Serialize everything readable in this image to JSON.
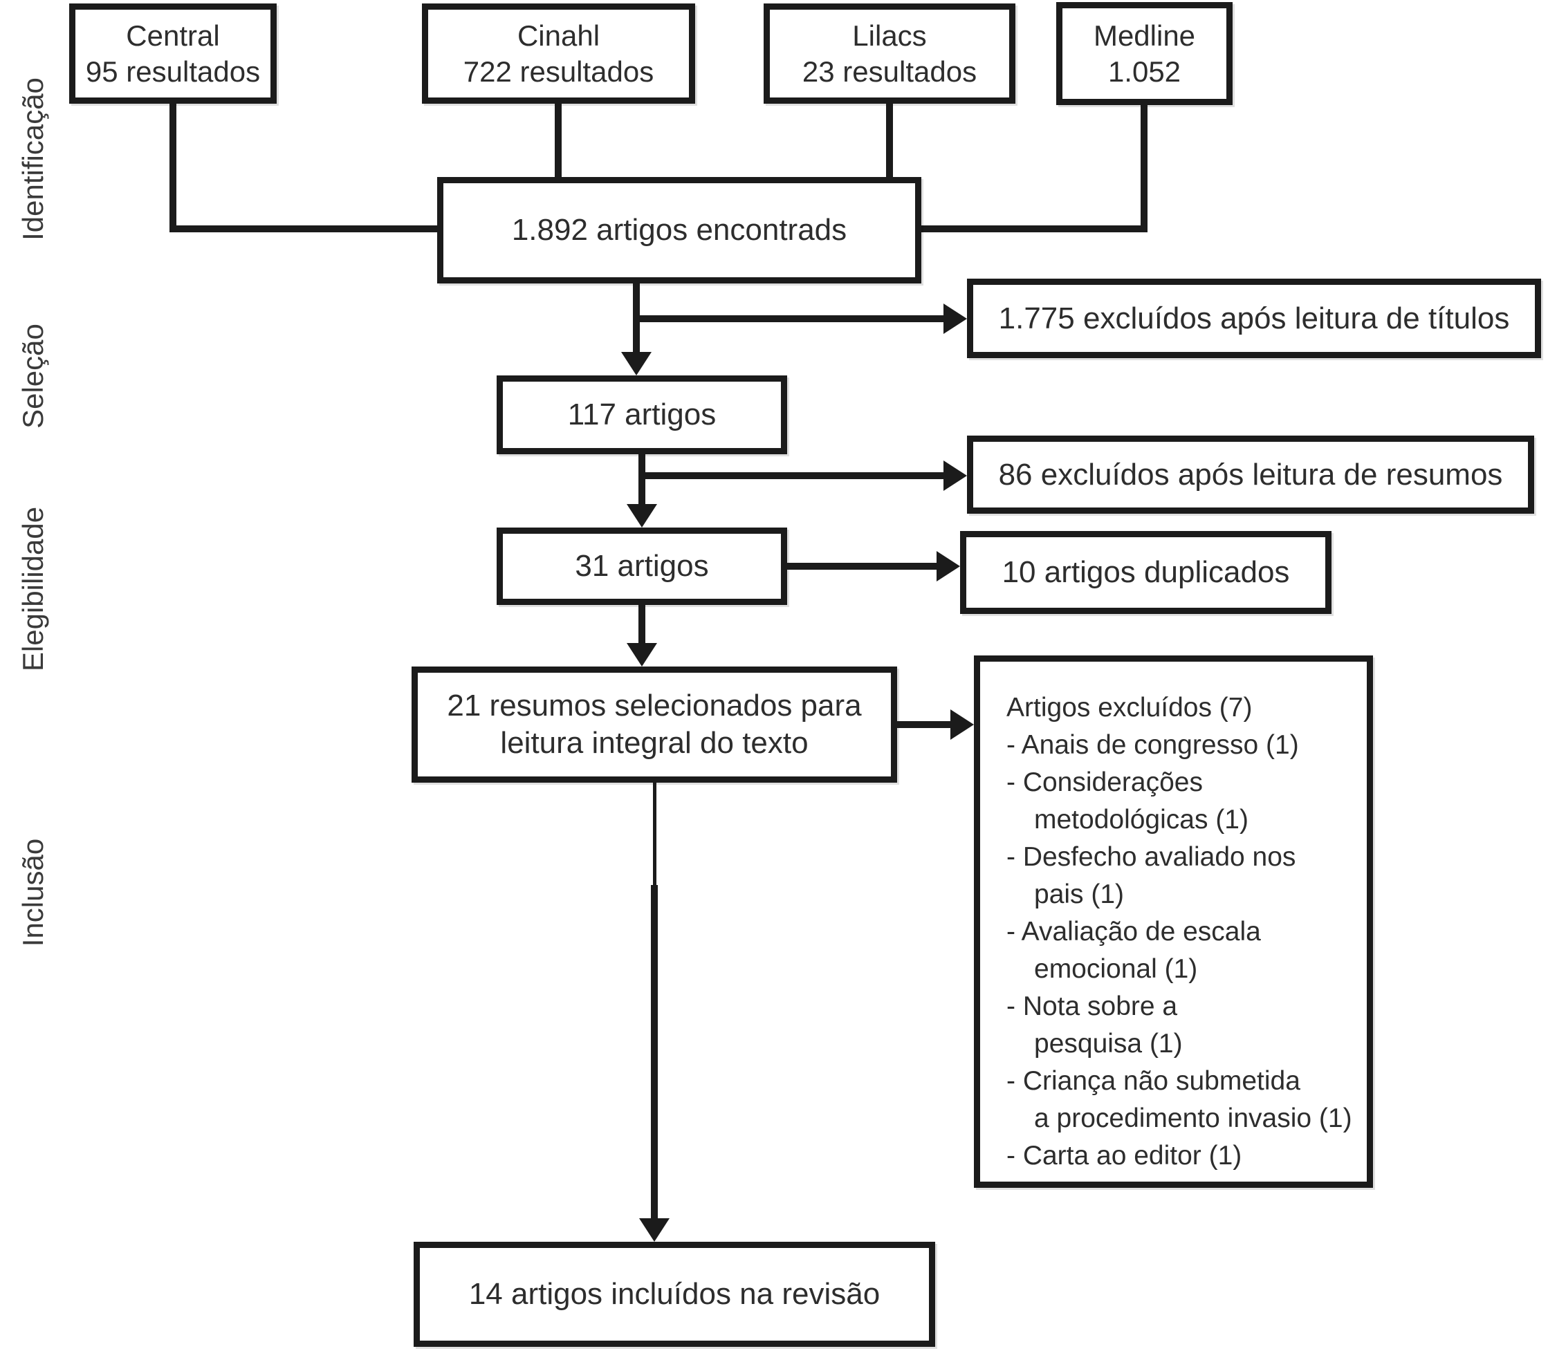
{
  "stages": [
    "Identificação",
    "Seleção",
    "Elegibilidade",
    "Inclusão"
  ],
  "sources": [
    {
      "name": "Central",
      "count": "95 resultados"
    },
    {
      "name": "Cinahl",
      "count": "722 resultados"
    },
    {
      "name": "Lilacs",
      "count": "23 resultados"
    },
    {
      "name": "Medline",
      "count": "1.052"
    }
  ],
  "flow": {
    "found": "1.892 artigos encontrads",
    "screened": "117 artigos",
    "eligible": "31 artigos",
    "selected": "21 resumos selecionados para leitura integral do texto",
    "included": "14 artigos incluídos na revisão"
  },
  "exclusions": {
    "after_titles": "1.775 excluídos após leitura de títulos",
    "after_abstracts": "86 excluídos após leitura de resumos",
    "duplicates": "10 artigos duplicados",
    "fulltext": {
      "title": "Artigos excluídos (7)",
      "items": [
        "- Anais de congresso (1)",
        "- Considerações\nmetodológicas (1)",
        "- Desfecho avaliado nos\npais (1)",
        "- Avaliação de escala\nemocional (1)",
        "- Nota sobre a\npesquisa (1)",
        "- Criança não submetida\na procedimento invasio (1)",
        "- Carta ao editor (1)"
      ]
    }
  },
  "colors": {
    "line": "#1b1b1b",
    "text": "#2d2d2d",
    "background": "#ffffff"
  }
}
